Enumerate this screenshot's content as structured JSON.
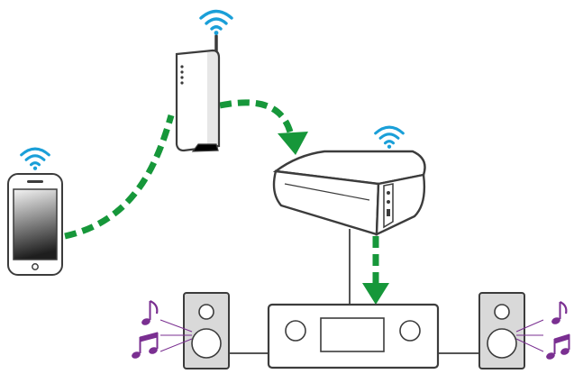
{
  "colors": {
    "wifi": "#1a9fd8",
    "flow": "#16973a",
    "device_outline": "#3c3c3c",
    "device_fill": "#ffffff",
    "cable": "#555555",
    "music": "#7a2f91",
    "phone_screen_light": "#f4f4f4",
    "phone_screen_dark": "#1e1e1e",
    "speaker_body": "#d9d9d9"
  },
  "icons": {
    "wifi": "wifi-icon",
    "music": "music-note-icon",
    "flow": "dashed-flow-arrow"
  },
  "devices": [
    {
      "id": "smartphone"
    },
    {
      "id": "wireless-router"
    },
    {
      "id": "wireless-speaker-heos-link"
    },
    {
      "id": "av-receiver"
    },
    {
      "id": "speaker-left"
    },
    {
      "id": "speaker-right"
    }
  ]
}
